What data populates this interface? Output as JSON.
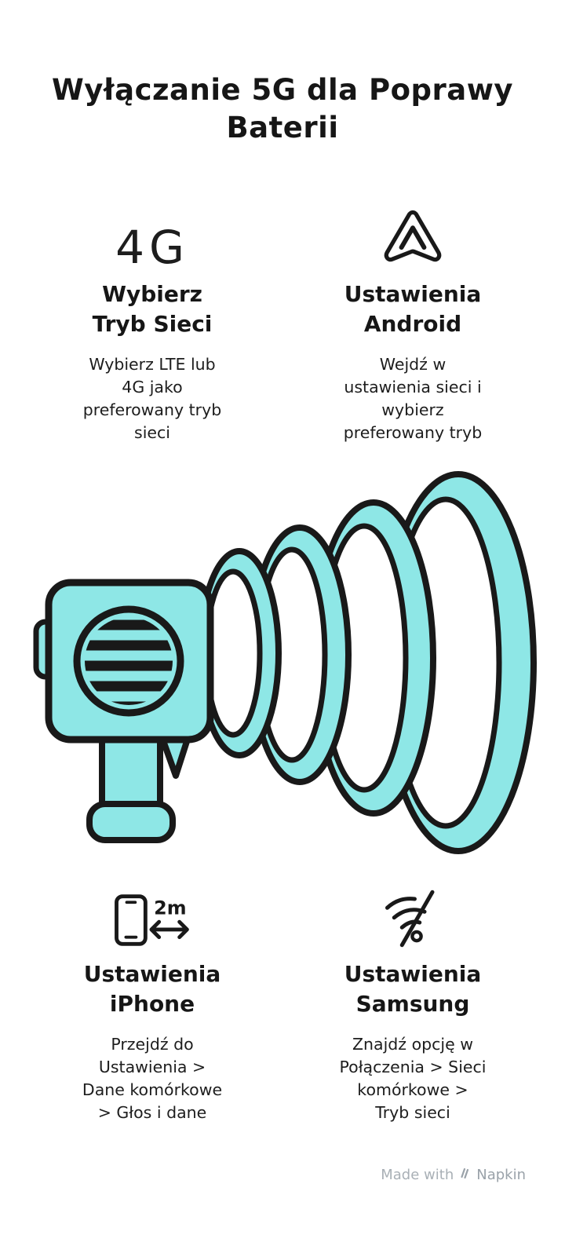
{
  "title": "Wyłączanie 5G dla Poprawy\nBaterii",
  "colors": {
    "accent": "#8EE7E6",
    "ink": "#191919",
    "watermark_gray": "#a9b0b6"
  },
  "features": [
    {
      "id": "network-mode",
      "icon": "4g-icon",
      "icon_text": "4G",
      "heading": "Wybierz\nTryb Sieci",
      "body": "Wybierz LTE lub\n4G jako\npreferowany tryb\nsieci"
    },
    {
      "id": "android",
      "icon": "android-auto-icon",
      "heading": "Ustawienia\nAndroid",
      "body": "Wejdź w\nustawienia sieci i\nwybierz\npreferowany tryb"
    },
    {
      "id": "iphone",
      "icon": "phone-distance-icon",
      "icon_label": "2m",
      "heading": "Ustawienia\niPhone",
      "body": "Przejdź do\nUstawienia >\nDane komórkowe\n> Głos i dane"
    },
    {
      "id": "samsung",
      "icon": "wifi-off-icon",
      "heading": "Ustawienia\nSamsung",
      "body": "Znajdź opcję w\nPołączenia > Sieci\nkomórkowe >\nTryb sieci"
    }
  ],
  "illustration": "megaphone-with-spiral-coil",
  "watermark": {
    "prefix": "Made with",
    "brand": "Napkin"
  }
}
